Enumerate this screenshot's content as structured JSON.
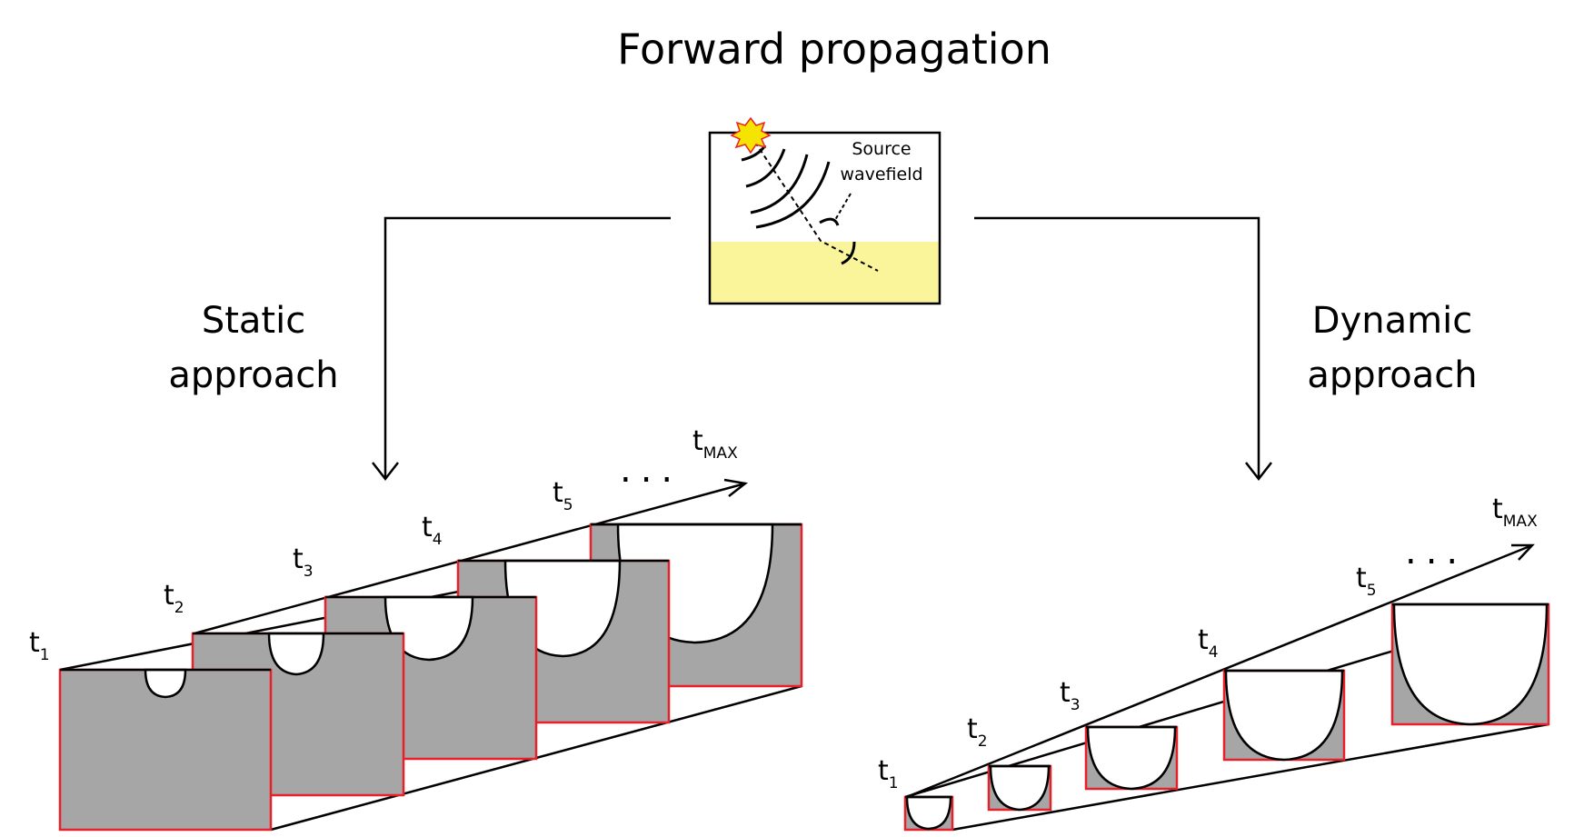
{
  "title": "Forward propagation",
  "source_label": [
    "Source",
    "wavefield"
  ],
  "static_label": [
    "Static",
    "approach"
  ],
  "dynamic_label": [
    "Dynamic",
    "approach"
  ],
  "time_labels": [
    {
      "main": "t",
      "sub": "1"
    },
    {
      "main": "t",
      "sub": "2"
    },
    {
      "main": "t",
      "sub": "3"
    },
    {
      "main": "t",
      "sub": "4"
    },
    {
      "main": "t",
      "sub": "5"
    }
  ],
  "tmax": {
    "main": "t",
    "sub": "MAX"
  },
  "ellipsis": "...",
  "colors": {
    "frame_fill": "#a6a6a6",
    "frame_border": "#e8202a",
    "medium_fill": "#faf59b",
    "source_burst": "#f5e400",
    "source_burst_outline": "#e8202a"
  }
}
